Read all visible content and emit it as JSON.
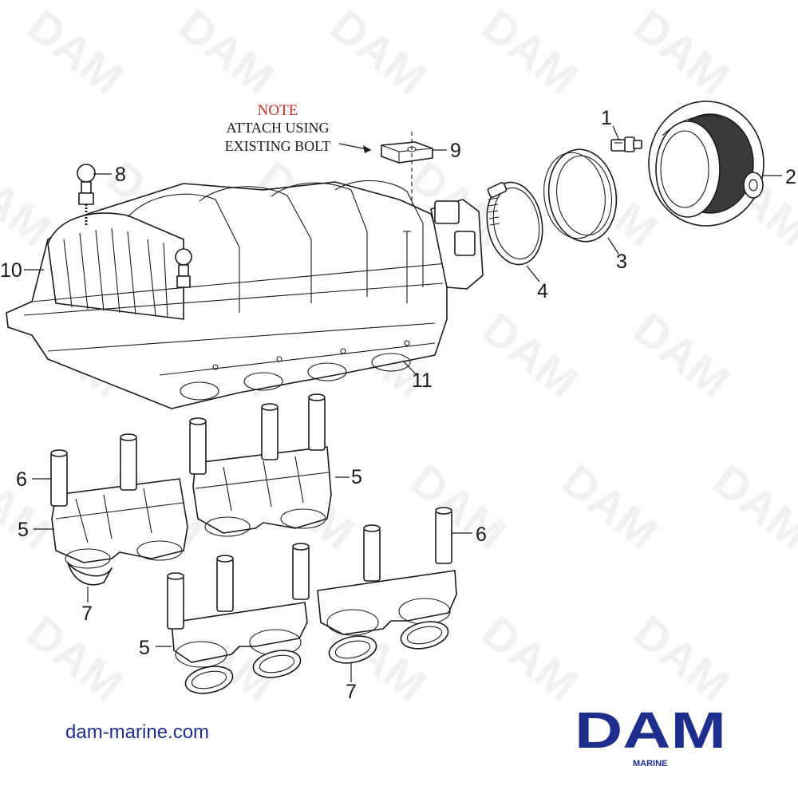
{
  "watermark": {
    "text": "DAM"
  },
  "note": {
    "title": "NOTE",
    "line1": "ATTACH USING",
    "line2": "EXISTING BOLT"
  },
  "callouts": {
    "c1": "1",
    "c2": "2",
    "c3": "3",
    "c4": "4",
    "c5a": "5",
    "c5b": "5",
    "c5c": "5",
    "c6a": "6",
    "c6b": "6",
    "c7a": "7",
    "c7b": "7",
    "c8": "8",
    "c9": "9",
    "c10": "10",
    "c11": "11"
  },
  "footer": {
    "url": "dam-marine.com",
    "logo_text": "DAM",
    "logo_sub": "MARINE",
    "logo_color": "#1f2d8c"
  }
}
